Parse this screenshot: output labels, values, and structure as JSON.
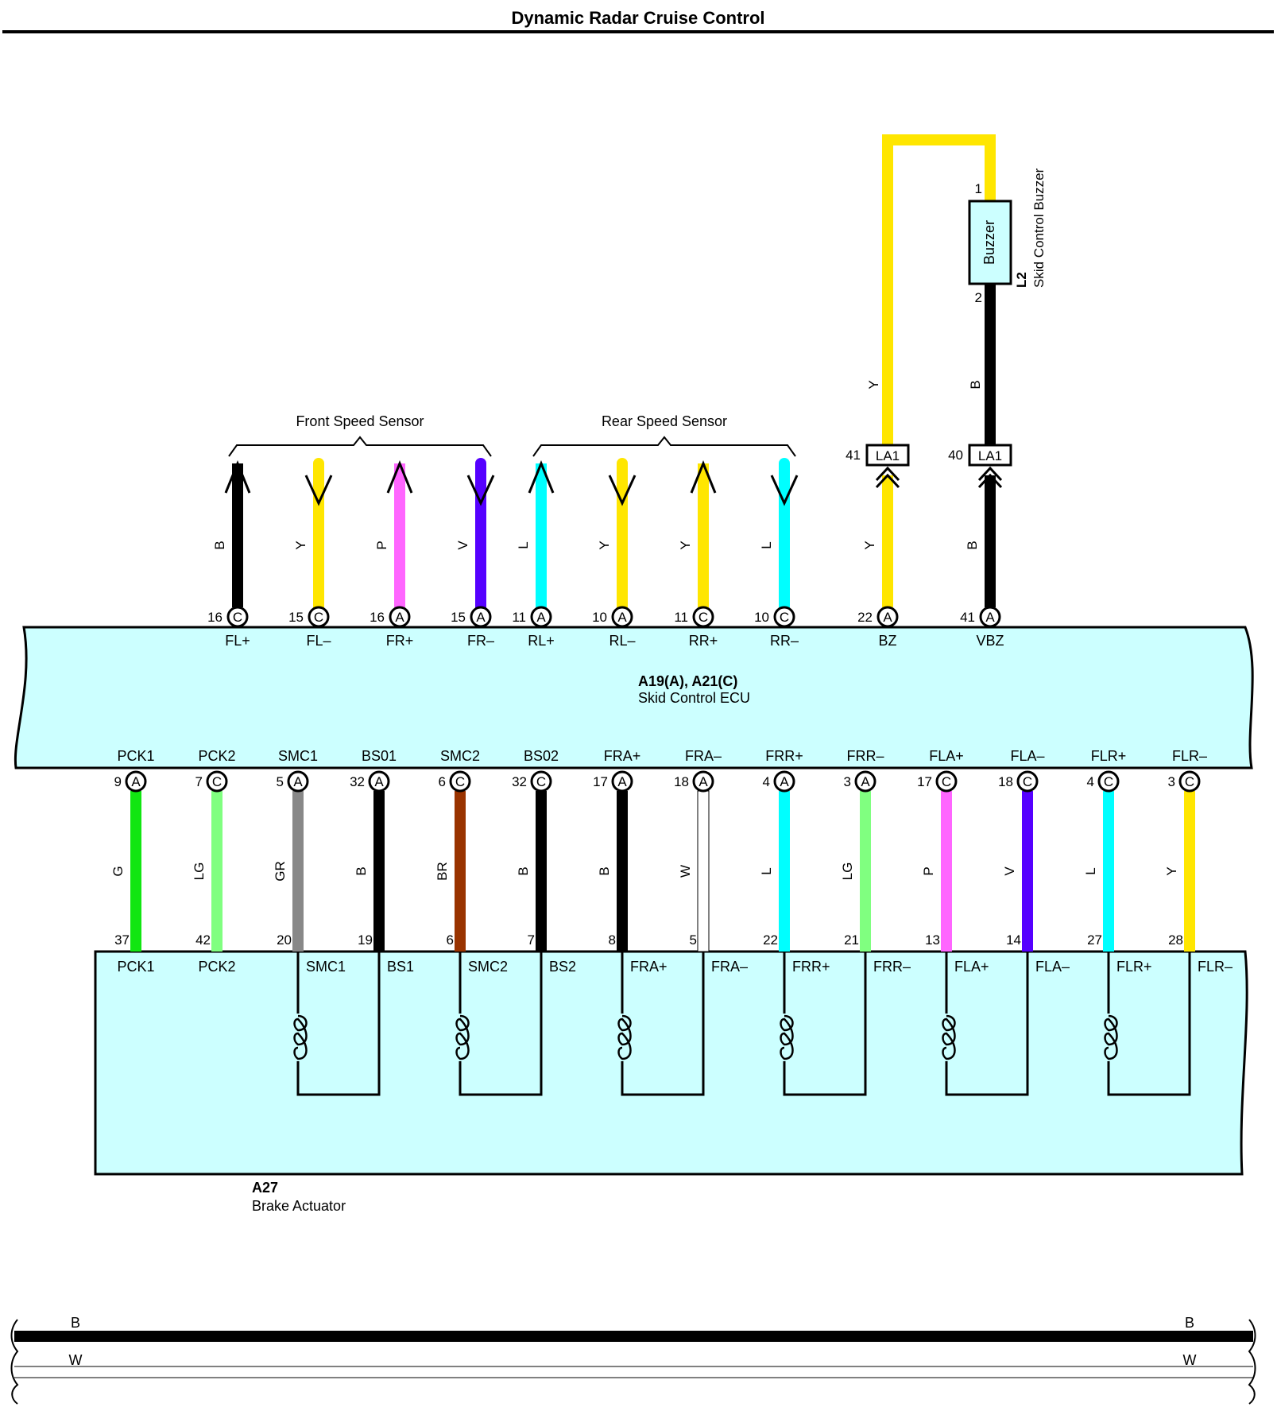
{
  "title": "Dynamic Radar Cruise Control",
  "colors": {
    "B": "#000000",
    "Y": "#ffe600",
    "P": "#ff66ff",
    "V": "#5500ff",
    "L": "#00ffff",
    "G": "#11e611",
    "LG": "#80ff80",
    "GR": "#888888",
    "BR": "#993300",
    "W": "#ffffff",
    "component_fill": "#ccffff"
  },
  "ecu": {
    "code": "A19(A), A21(C)",
    "name": "Skid Control ECU"
  },
  "actuator": {
    "code": "A27",
    "name": "Brake Actuator"
  },
  "buzzer": {
    "code": "L2",
    "name": "Skid Control Buzzer",
    "label": "Buzzer",
    "pin1": "1",
    "pin2": "2"
  },
  "front_sensor_group": "Front Speed Sensor",
  "rear_sensor_group": "Rear Speed Sensor",
  "top_wires": [
    {
      "terminal": "FL+",
      "pin": "16",
      "conn": "C",
      "color": "B",
      "arrow": "up"
    },
    {
      "terminal": "FL–",
      "pin": "15",
      "conn": "C",
      "color": "Y",
      "arrow": "down"
    },
    {
      "terminal": "FR+",
      "pin": "16",
      "conn": "A",
      "color": "P",
      "arrow": "up"
    },
    {
      "terminal": "FR–",
      "pin": "15",
      "conn": "A",
      "color": "V",
      "arrow": "down"
    },
    {
      "terminal": "RL+",
      "pin": "11",
      "conn": "A",
      "color": "L",
      "arrow": "up"
    },
    {
      "terminal": "RL–",
      "pin": "10",
      "conn": "A",
      "color": "Y",
      "arrow": "down"
    },
    {
      "terminal": "RR+",
      "pin": "11",
      "conn": "C",
      "color": "Y",
      "arrow": "up"
    },
    {
      "terminal": "RR–",
      "pin": "10",
      "conn": "C",
      "color": "L",
      "arrow": "down"
    },
    {
      "terminal": "BZ",
      "pin": "22",
      "conn": "A",
      "color": "Y",
      "arrow": "junction",
      "jpin": "41",
      "jlabel": "LA1",
      "upper_color": "Y"
    },
    {
      "terminal": "VBZ",
      "pin": "41",
      "conn": "A",
      "color": "B",
      "arrow": "junction",
      "jpin": "40",
      "jlabel": "LA1",
      "upper_color": "B"
    }
  ],
  "bottom_wires": [
    {
      "ecu_term": "PCK1",
      "ecu_pin": "9",
      "conn": "A",
      "color": "G",
      "act_pin": "37",
      "act_term": "PCK1"
    },
    {
      "ecu_term": "PCK2",
      "ecu_pin": "7",
      "conn": "C",
      "color": "LG",
      "act_pin": "42",
      "act_term": "PCK2"
    },
    {
      "ecu_term": "SMC1",
      "ecu_pin": "5",
      "conn": "A",
      "color": "GR",
      "act_pin": "20",
      "act_term": "SMC1"
    },
    {
      "ecu_term": "BS01",
      "ecu_pin": "32",
      "conn": "A",
      "color": "B",
      "act_pin": "19",
      "act_term": "BS1"
    },
    {
      "ecu_term": "SMC2",
      "ecu_pin": "6",
      "conn": "C",
      "color": "BR",
      "act_pin": "6",
      "act_term": "SMC2"
    },
    {
      "ecu_term": "BS02",
      "ecu_pin": "32",
      "conn": "C",
      "color": "B",
      "act_pin": "7",
      "act_term": "BS2"
    },
    {
      "ecu_term": "FRA+",
      "ecu_pin": "17",
      "conn": "A",
      "color": "B",
      "act_pin": "8",
      "act_term": "FRA+"
    },
    {
      "ecu_term": "FRA–",
      "ecu_pin": "18",
      "conn": "A",
      "color": "W",
      "act_pin": "5",
      "act_term": "FRA–"
    },
    {
      "ecu_term": "FRR+",
      "ecu_pin": "4",
      "conn": "A",
      "color": "L",
      "act_pin": "22",
      "act_term": "FRR+"
    },
    {
      "ecu_term": "FRR–",
      "ecu_pin": "3",
      "conn": "A",
      "color": "LG",
      "act_pin": "21",
      "act_term": "FRR–"
    },
    {
      "ecu_term": "FLA+",
      "ecu_pin": "17",
      "conn": "C",
      "color": "P",
      "act_pin": "13",
      "act_term": "FLA+"
    },
    {
      "ecu_term": "FLA–",
      "ecu_pin": "18",
      "conn": "C",
      "color": "V",
      "act_pin": "14",
      "act_term": "FLA–"
    },
    {
      "ecu_term": "FLR+",
      "ecu_pin": "4",
      "conn": "C",
      "color": "L",
      "act_pin": "27",
      "act_term": "FLR+"
    },
    {
      "ecu_term": "FLR–",
      "ecu_pin": "3",
      "conn": "C",
      "color": "Y",
      "act_pin": "28",
      "act_term": "FLR–"
    }
  ],
  "legend": {
    "top_left": "B",
    "top_right": "B",
    "bottom_left": "W",
    "bottom_right": "W"
  }
}
